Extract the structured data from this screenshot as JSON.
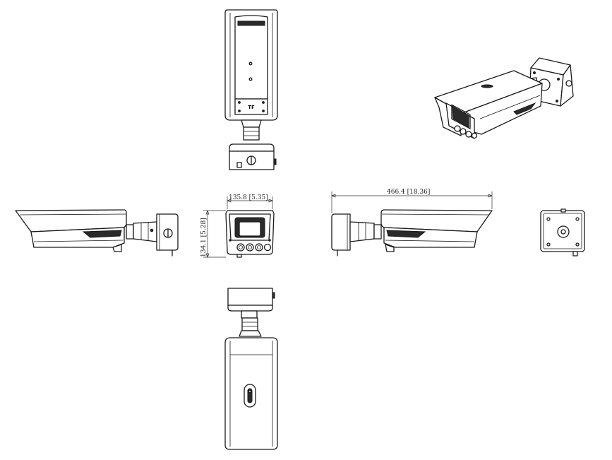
{
  "dimensions": {
    "width_front": "135.8  [5.35]",
    "height_front": "134.1  [5.28]",
    "length_side": "466.4  [18.36]"
  },
  "labels": {
    "tf_slot": "TF"
  }
}
